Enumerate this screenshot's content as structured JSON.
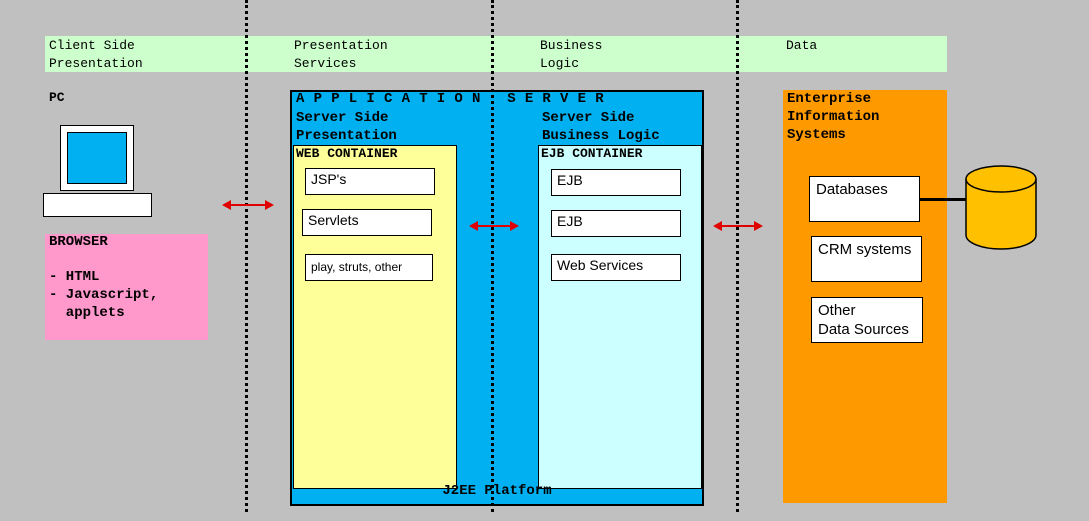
{
  "tiers": [
    {
      "label": "Client Side\nPresentation"
    },
    {
      "label": "Presentation\nServices"
    },
    {
      "label": "Business\nLogic"
    },
    {
      "label": "Data"
    }
  ],
  "client": {
    "pc_label": "PC",
    "browser_title": "BROWSER",
    "browser_items": "- HTML\n- Javascript,\n  applets"
  },
  "app_server": {
    "title": "APPLICATION SERVER",
    "left_subtitle": "Server Side\nPresentation",
    "right_subtitle": "Server Side\nBusiness Logic",
    "web_container": {
      "title": "WEB CONTAINER",
      "items": [
        "JSP's",
        "Servlets",
        "play, struts, other"
      ]
    },
    "ejb_container": {
      "title": "EJB CONTAINER",
      "items": [
        "EJB",
        "EJB",
        "Web Services"
      ]
    },
    "platform": "J2EE Platform"
  },
  "eis": {
    "title": "Enterprise\nInformation\nSystems",
    "items": [
      "Databases",
      "CRM systems",
      "Other\nData Sources"
    ]
  },
  "colors": {
    "background": "#c0c0c0",
    "header_band": "#ccffcc",
    "browser": "#ff99cc",
    "app_server": "#00b0f0",
    "web_container": "#ffff99",
    "ejb_container": "#ccffff",
    "eis": "#ff9900",
    "database": "#ffc000",
    "arrow": "#e00000"
  }
}
